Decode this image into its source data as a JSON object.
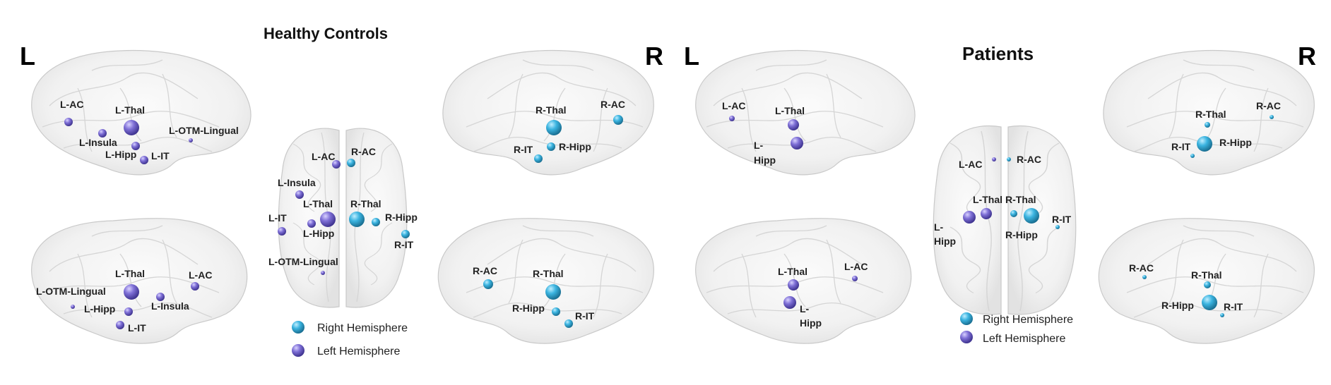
{
  "panels": {
    "healthy": {
      "title": "Healthy Controls",
      "left_marker": "L",
      "right_marker": "R"
    },
    "patients": {
      "title": "Patients",
      "left_marker": "L",
      "right_marker": "R"
    }
  },
  "legend": {
    "healthy": {
      "right": "Right Hemisphere",
      "left": "Left Hemisphere"
    },
    "patients": {
      "right": "Right Hemisphere",
      "left": "Left Hemisphere"
    }
  },
  "colors": {
    "right_hemisphere": "#3bb4e0",
    "left_hemisphere": "#7e6fd6"
  },
  "nodes": {
    "hc_lat_left": [
      {
        "label": "L-AC",
        "hemi": "left",
        "size": 2
      },
      {
        "label": "L-Thal",
        "hemi": "left",
        "size": 4
      },
      {
        "label": "L-Insula",
        "hemi": "left",
        "size": 2
      },
      {
        "label": "L-OTM-Lingual",
        "hemi": "left",
        "size": 1
      },
      {
        "label": "L-Hipp",
        "hemi": "left",
        "size": 2
      },
      {
        "label": "L-IT",
        "hemi": "left",
        "size": 2
      }
    ],
    "hc_med_left": [
      {
        "label": "L-Thal",
        "hemi": "left",
        "size": 4
      },
      {
        "label": "L-AC",
        "hemi": "left",
        "size": 2
      },
      {
        "label": "L-OTM-Lingual",
        "hemi": "left",
        "size": 1
      },
      {
        "label": "L-Insula",
        "hemi": "left",
        "size": 2
      },
      {
        "label": "L-Hipp",
        "hemi": "left",
        "size": 2
      },
      {
        "label": "L-IT",
        "hemi": "left",
        "size": 2
      }
    ],
    "hc_axial": [
      {
        "label": "L-AC",
        "hemi": "left",
        "size": 2
      },
      {
        "label": "R-AC",
        "hemi": "right",
        "size": 2
      },
      {
        "label": "L-Insula",
        "hemi": "left",
        "size": 2
      },
      {
        "label": "L-Thal",
        "hemi": "left",
        "size": 4
      },
      {
        "label": "R-Thal",
        "hemi": "right",
        "size": 4
      },
      {
        "label": "L-IT",
        "hemi": "left",
        "size": 2
      },
      {
        "label": "L-Hipp",
        "hemi": "left",
        "size": 2
      },
      {
        "label": "R-Hipp",
        "hemi": "right",
        "size": 2
      },
      {
        "label": "R-IT",
        "hemi": "right",
        "size": 2
      },
      {
        "label": "L-OTM-Lingual",
        "hemi": "left",
        "size": 1
      }
    ],
    "hc_lat_right": [
      {
        "label": "R-Thal",
        "hemi": "right",
        "size": 4
      },
      {
        "label": "R-AC",
        "hemi": "right",
        "size": 3
      },
      {
        "label": "R-IT",
        "hemi": "right",
        "size": 2
      },
      {
        "label": "R-Hipp",
        "hemi": "right",
        "size": 2
      }
    ],
    "hc_med_right": [
      {
        "label": "R-AC",
        "hemi": "right",
        "size": 3
      },
      {
        "label": "R-Thal",
        "hemi": "right",
        "size": 4
      },
      {
        "label": "R-Hipp",
        "hemi": "right",
        "size": 2
      },
      {
        "label": "R-IT",
        "hemi": "right",
        "size": 2
      }
    ],
    "pt_lat_left": [
      {
        "label": "L-AC",
        "hemi": "left",
        "size": 1
      },
      {
        "label": "L-Thal",
        "hemi": "left",
        "size": 3
      },
      {
        "label": "L-\nHipp",
        "hemi": "left",
        "size": 3
      }
    ],
    "pt_med_left": [
      {
        "label": "L-Thal",
        "hemi": "left",
        "size": 3
      },
      {
        "label": "L-AC",
        "hemi": "left",
        "size": 1
      },
      {
        "label": "L-\nHipp",
        "hemi": "left",
        "size": 3
      }
    ],
    "pt_axial": [
      {
        "label": "L-AC",
        "hemi": "left",
        "size": 1
      },
      {
        "label": "R-AC",
        "hemi": "right",
        "size": 1
      },
      {
        "label": "L-Thal",
        "hemi": "left",
        "size": 3
      },
      {
        "label": "R-Thal",
        "hemi": "right",
        "size": 2
      },
      {
        "label": "L-\nHipp",
        "hemi": "left",
        "size": 3
      },
      {
        "label": "R-Hipp",
        "hemi": "right",
        "size": 4
      },
      {
        "label": "R-IT",
        "hemi": "right",
        "size": 1
      }
    ],
    "pt_lat_right": [
      {
        "label": "R-Thal",
        "hemi": "right",
        "size": 1
      },
      {
        "label": "R-AC",
        "hemi": "right",
        "size": 1
      },
      {
        "label": "R-IT",
        "hemi": "right",
        "size": 1
      },
      {
        "label": "R-Hipp",
        "hemi": "right",
        "size": 4
      }
    ],
    "pt_med_right": [
      {
        "label": "R-AC",
        "hemi": "right",
        "size": 1
      },
      {
        "label": "R-Thal",
        "hemi": "right",
        "size": 2
      },
      {
        "label": "R-Hipp",
        "hemi": "right",
        "size": 4
      },
      {
        "label": "R-IT",
        "hemi": "right",
        "size": 1
      }
    ]
  }
}
